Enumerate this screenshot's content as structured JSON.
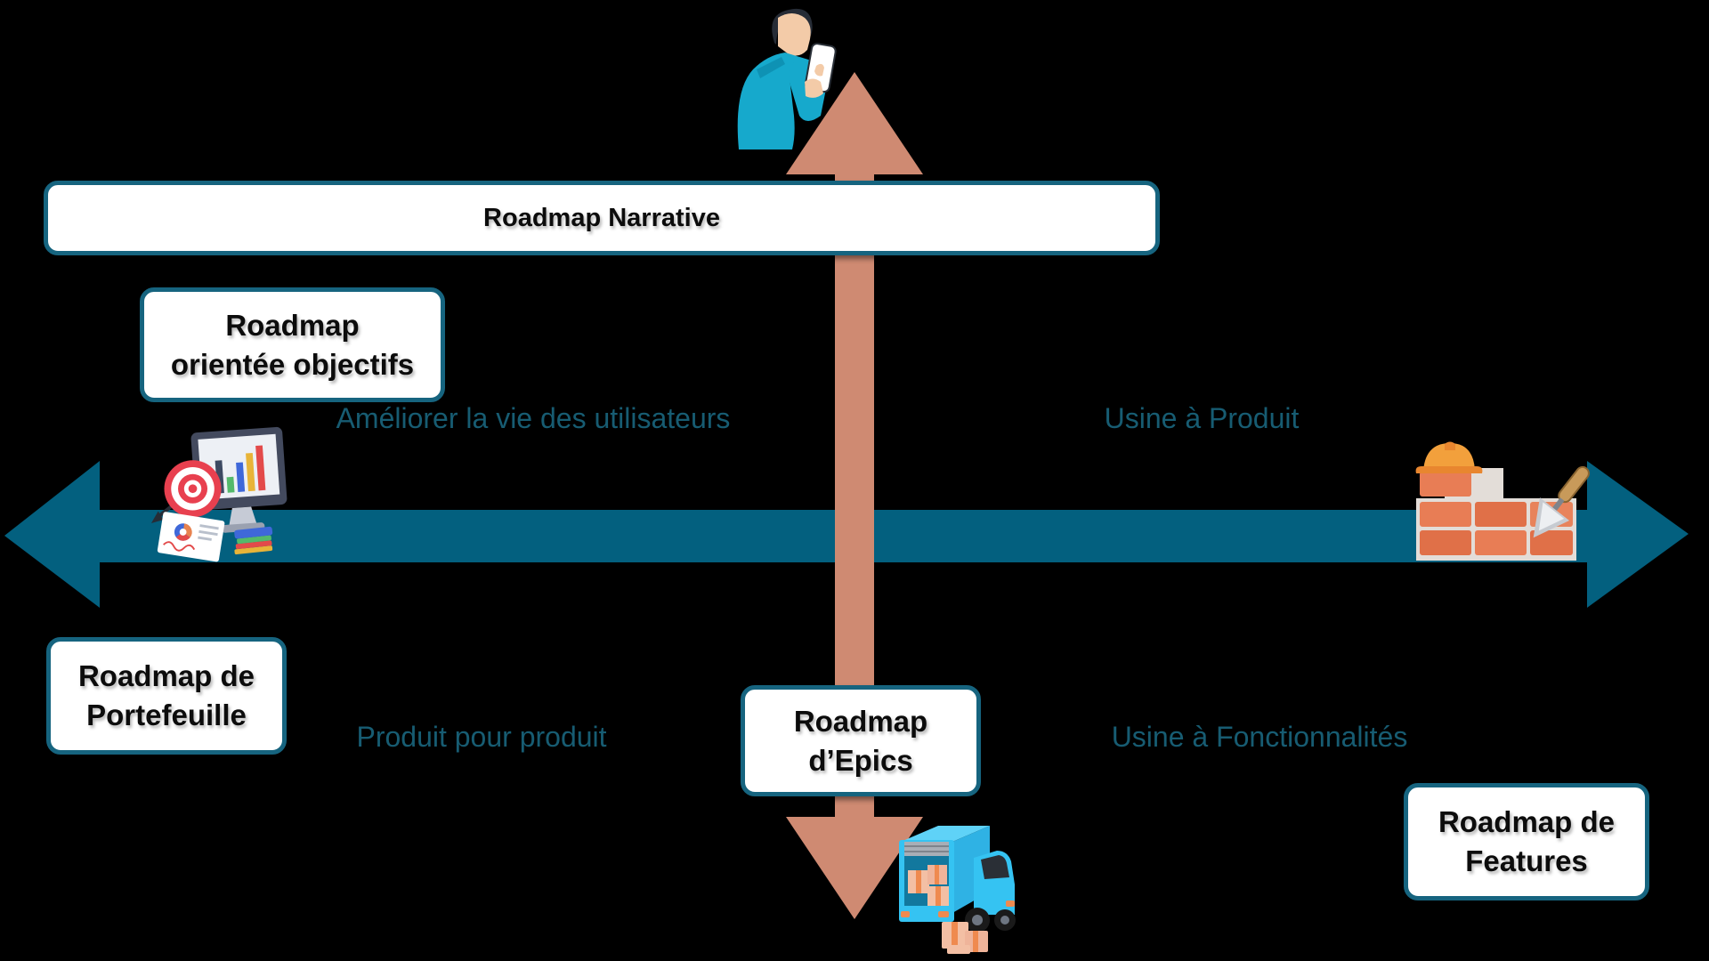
{
  "colors": {
    "background": "#000000",
    "horizontal_arrow": "#03607F",
    "vertical_arrow": "#CF8A72",
    "box_border": "#16647F",
    "box_fill": "#FFFFFF",
    "box_text": "#0C0C0C",
    "quadrant_text": "#175C72"
  },
  "boxes": {
    "narrative": {
      "label": "Roadmap Narrative"
    },
    "objectives": {
      "lines": [
        "Roadmap",
        "orientée objectifs"
      ]
    },
    "portfolio": {
      "lines": [
        "Roadmap de",
        "Portefeuille"
      ]
    },
    "epics": {
      "lines": [
        "Roadmap",
        "d’Epics"
      ]
    },
    "features": {
      "lines": [
        "Roadmap de",
        "Features"
      ]
    }
  },
  "quadrants": {
    "top_left": "Améliorer la vie des utilisateurs",
    "top_right": "Usine à Produit",
    "bottom_left": "Produit pour produit",
    "bottom_right": "Usine à Fonctionnalités"
  },
  "illustrations": {
    "top": "person-using-phone",
    "left": "monitor-target-analytics",
    "right": "brick-wall-trowel",
    "bottom": "delivery-truck-boxes"
  }
}
